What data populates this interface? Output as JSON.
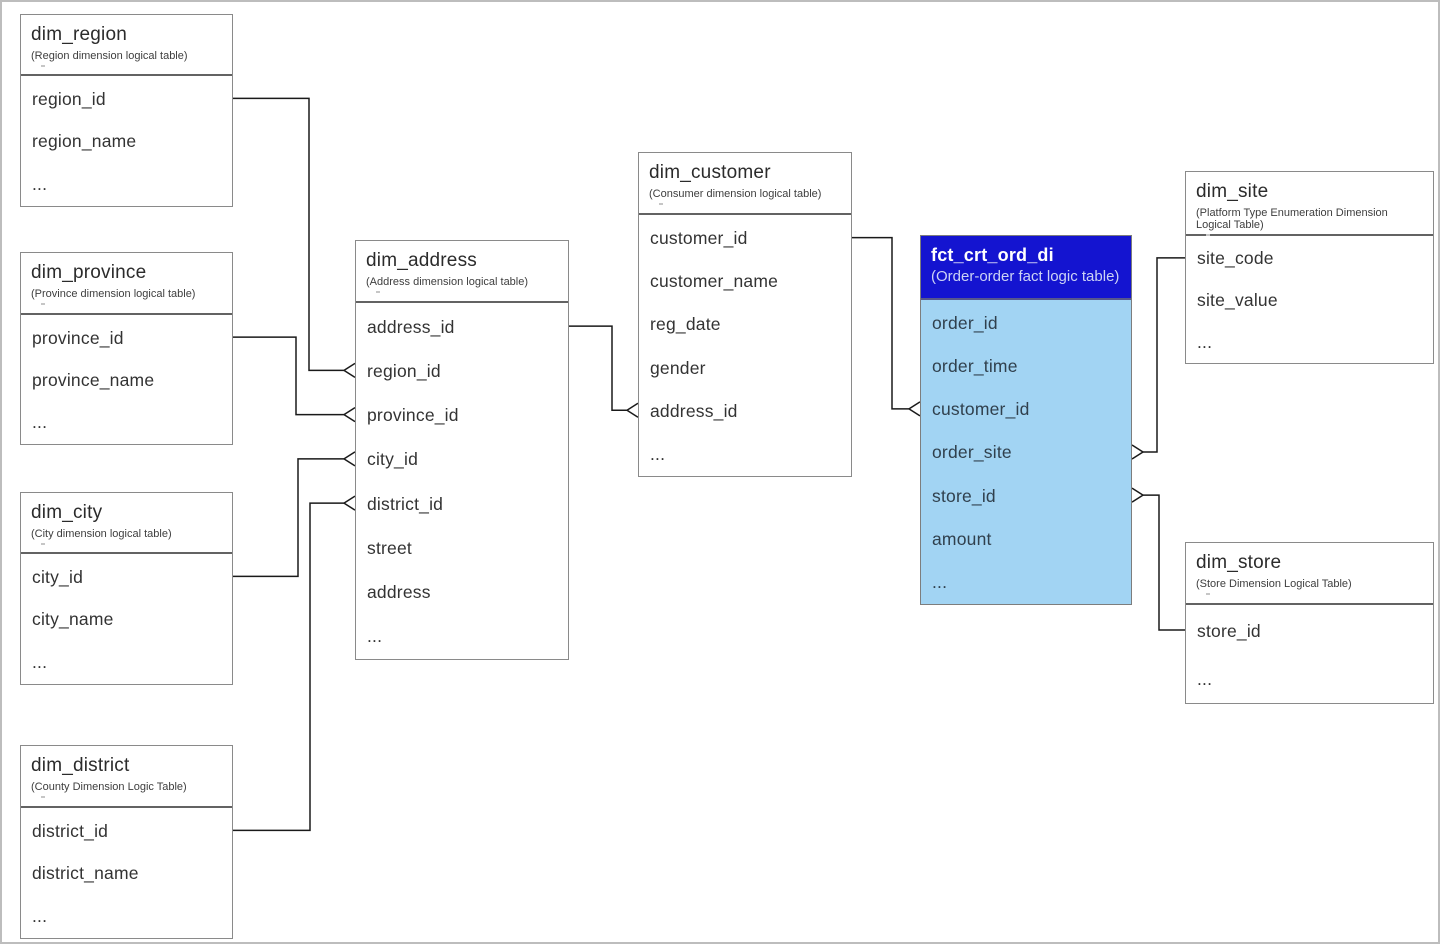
{
  "diagram": {
    "kind": "er-diagram",
    "tables": [
      {
        "id": "dim_region",
        "title": "dim_region",
        "subtitle": "(Region dimension logical table)",
        "fields": [
          "region_id",
          "region_name",
          "..."
        ],
        "highlighted": false
      },
      {
        "id": "dim_province",
        "title": "dim_province",
        "subtitle": "(Province dimension logical table)",
        "fields": [
          "province_id",
          "province_name",
          "..."
        ],
        "highlighted": false
      },
      {
        "id": "dim_city",
        "title": "dim_city",
        "subtitle": "(City dimension logical table)",
        "fields": [
          "city_id",
          "city_name",
          "..."
        ],
        "highlighted": false
      },
      {
        "id": "dim_district",
        "title": "dim_district",
        "subtitle": "(County Dimension Logic Table)",
        "fields": [
          "district_id",
          "district_name",
          "..."
        ],
        "highlighted": false
      },
      {
        "id": "dim_address",
        "title": "dim_address",
        "subtitle": "(Address dimension logical table)",
        "fields": [
          "address_id",
          "region_id",
          "province_id",
          "city_id",
          "district_id",
          "street",
          "address",
          "..."
        ],
        "highlighted": false
      },
      {
        "id": "dim_customer",
        "title": "dim_customer",
        "subtitle": "(Consumer dimension logical table)",
        "fields": [
          "customer_id",
          "customer_name",
          "reg_date",
          "gender",
          "address_id",
          "..."
        ],
        "highlighted": false
      },
      {
        "id": "fct_crt_ord_di",
        "title": "fct_crt_ord_di",
        "subtitle": "(Order-order fact logic table)",
        "fields": [
          "order_id",
          "order_time",
          "customer_id",
          "order_site",
          "store_id",
          "amount",
          "..."
        ],
        "highlighted": true
      },
      {
        "id": "dim_site",
        "title": "dim_site",
        "subtitle": "(Platform Type Enumeration Dimension Logical Table)",
        "fields": [
          "site_code",
          "site_value",
          "..."
        ],
        "highlighted": false
      },
      {
        "id": "dim_store",
        "title": "dim_store",
        "subtitle": "(Store Dimension Logical Table)",
        "fields": [
          "store_id",
          "..."
        ],
        "highlighted": false
      }
    ],
    "relations": [
      {
        "from": "dim_region.region_id",
        "to": "dim_address.region_id",
        "many_end": "to"
      },
      {
        "from": "dim_province.province_id",
        "to": "dim_address.province_id",
        "many_end": "to"
      },
      {
        "from": "dim_city.city_id",
        "to": "dim_address.city_id",
        "many_end": "to"
      },
      {
        "from": "dim_district.district_id",
        "to": "dim_address.district_id",
        "many_end": "to"
      },
      {
        "from": "dim_address.address_id",
        "to": "dim_customer.address_id",
        "many_end": "to"
      },
      {
        "from": "dim_customer.customer_id",
        "to": "fct_crt_ord_di.customer_id",
        "many_end": "to"
      },
      {
        "from": "fct_crt_ord_di.order_site",
        "to": "dim_site.site_code",
        "many_end": "from"
      },
      {
        "from": "fct_crt_ord_di.store_id",
        "to": "dim_store.store_id",
        "many_end": "from"
      }
    ],
    "colors": {
      "highlight_header_bg": "#1414d0",
      "highlight_header_text": "#ffffff",
      "highlight_subtitle_text": "#ccd3f5",
      "highlight_body_bg": "#a2d4f3",
      "table_border": "#8a8a8a",
      "connector_line": "#1a1a1a"
    }
  }
}
